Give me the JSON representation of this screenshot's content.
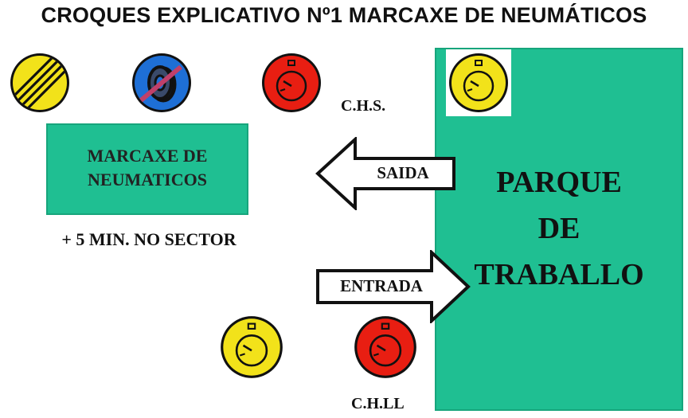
{
  "title": "CROQUES EXPLICATIVO Nº1 MARCAXE DE NEUMÁTICOS",
  "parque": {
    "label": "PARQUE\nDE\nTRABALLO",
    "color": "#1fbf92"
  },
  "marcaxe": {
    "label": "MARCAXE DE\nNEUMATICOS",
    "note": "+ 5 MIN. NO SECTOR"
  },
  "arrows": {
    "saida_label": "SAIDA",
    "entrada_label": "ENTRADA"
  },
  "controls": {
    "chs_label": "C.H.S.",
    "chll_label": "C.H.LL"
  },
  "signs": {
    "end_restriction": {
      "icon": "end-of-restriction-sign-icon",
      "color": "#f2e21a"
    },
    "tyre": {
      "icon": "tyre-sign-icon",
      "color": "#1e6fd6"
    },
    "stopwatch_red": {
      "icon": "red-stopwatch-sign-icon",
      "color": "#e81e12"
    },
    "stopwatch_yellow": {
      "icon": "yellow-stopwatch-sign-icon",
      "color": "#f2e21a"
    }
  }
}
